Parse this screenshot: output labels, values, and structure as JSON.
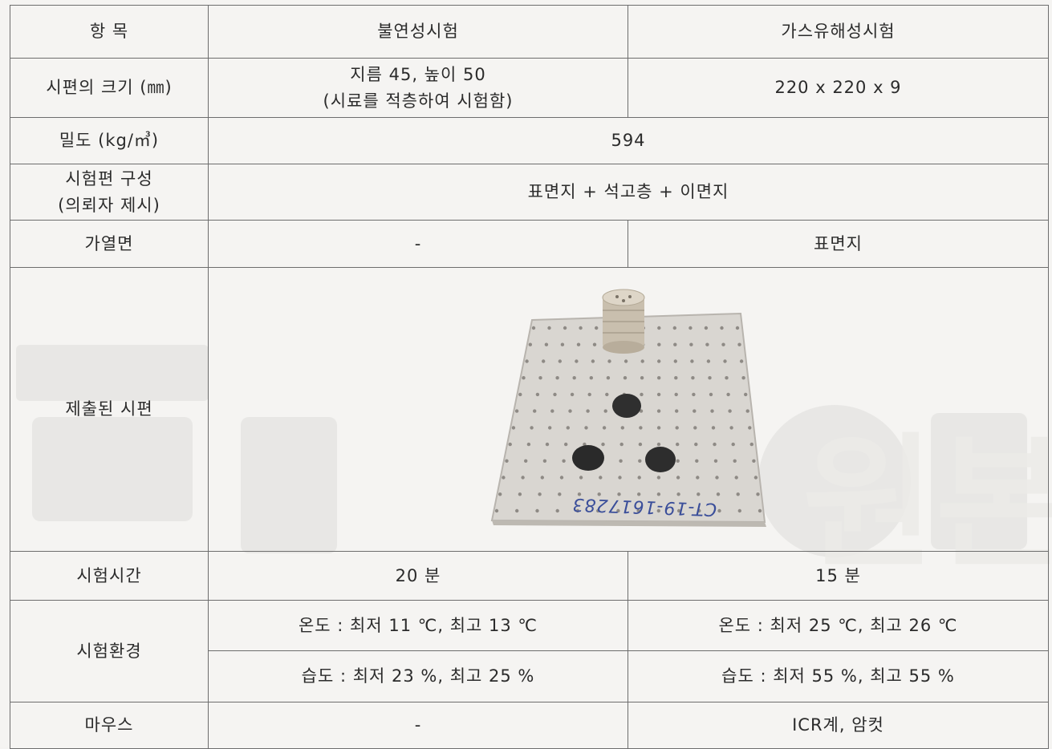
{
  "header": {
    "item": "항 목",
    "col1": "불연성시험",
    "col2": "가스유해성시험"
  },
  "rows": {
    "specimen_size": {
      "label": "시편의 크기 (㎜)",
      "col1_line1": "지름 45, 높이 50",
      "col1_line2": "(시료를 적층하여 시험함)",
      "col2": "220 x 220 x 9"
    },
    "density": {
      "label": "밀도 (kg/㎥)",
      "value": "594"
    },
    "composition": {
      "label_line1": "시험편 구성",
      "label_line2": "(의뢰자 제시)",
      "value": "표면지 + 석고층 + 이면지"
    },
    "heated_surface": {
      "label": "가열면",
      "col1": "-",
      "col2": "표면지"
    },
    "submitted_specimen": {
      "label": "제출된 시편",
      "photo_handwriting": "CT-19-1617283"
    },
    "test_time": {
      "label": "시험시간",
      "col1": "20 분",
      "col2": "15 분"
    },
    "environment": {
      "label": "시험환경",
      "col1_temp": "온도 : 최저 11 ℃, 최고 13 ℃",
      "col2_temp": "온도 : 최저 25 ℃, 최고 26 ℃",
      "col1_humidity": "습도 : 최저 23 %, 최고 25 %",
      "col2_humidity": "습도 : 최저 55 %, 최고 55 %"
    },
    "mouse": {
      "label": "마우스",
      "col1": "-",
      "col2": "ICR계, 암컷"
    }
  },
  "watermark_text": "원본사본 COPY",
  "colors": {
    "border": "#6d6d6d",
    "watermark": "#e9e8e6",
    "board": "#d8d5d0"
  }
}
